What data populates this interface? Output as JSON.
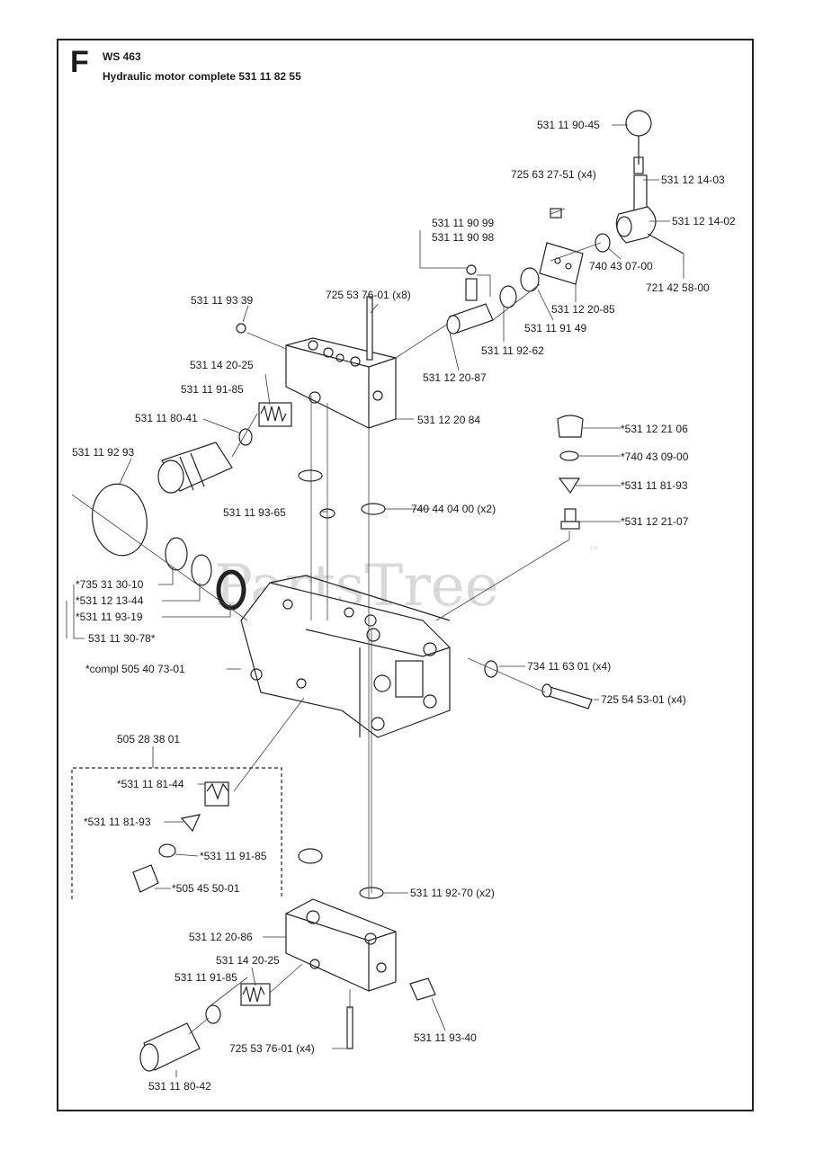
{
  "header": {
    "section_letter": "F",
    "model": "WS 463",
    "title": "Hydraulic motor complete 531 11 82 55"
  },
  "watermark": {
    "text": "PartsTree",
    "trademark": "™"
  },
  "parts": [
    {
      "part_no": "531 11 90-45",
      "qty": ""
    },
    {
      "part_no": "725 63 27-51",
      "qty": "(x4)"
    },
    {
      "part_no": "531 12 14-03",
      "qty": ""
    },
    {
      "part_no": "531 12 14-02",
      "qty": ""
    },
    {
      "part_no": "531 11 90 99",
      "qty": ""
    },
    {
      "part_no": "531 11 90 98",
      "qty": ""
    },
    {
      "part_no": "740 43 07-00",
      "qty": ""
    },
    {
      "part_no": "721 42 58-00",
      "qty": ""
    },
    {
      "part_no": "531 11 93 39",
      "qty": ""
    },
    {
      "part_no": "725 53 76-01",
      "qty": "(x8)"
    },
    {
      "part_no": "531 12 20-85",
      "qty": ""
    },
    {
      "part_no": "531 11 91 49",
      "qty": ""
    },
    {
      "part_no": "531 11 92-62",
      "qty": ""
    },
    {
      "part_no": "531 14 20-25",
      "qty": ""
    },
    {
      "part_no": "531 12 20-87",
      "qty": ""
    },
    {
      "part_no": "531 11 91-85",
      "qty": ""
    },
    {
      "part_no": "531 11 80-41",
      "qty": ""
    },
    {
      "part_no": "531 12 20 84",
      "qty": ""
    },
    {
      "part_no": "*531 12 21 06",
      "qty": ""
    },
    {
      "part_no": "531 11 92 93",
      "qty": ""
    },
    {
      "part_no": "*740 43 09-00",
      "qty": ""
    },
    {
      "part_no": "*531 11 81-93",
      "qty": ""
    },
    {
      "part_no": "531 11 93-65",
      "qty": ""
    },
    {
      "part_no": "740 44 04 00",
      "qty": "(x2)"
    },
    {
      "part_no": "*531 12 21-07",
      "qty": ""
    },
    {
      "part_no": "*735 31 30-10",
      "qty": ""
    },
    {
      "part_no": "*531 12 13-44",
      "qty": ""
    },
    {
      "part_no": "*531 11 93-19",
      "qty": ""
    },
    {
      "part_no": "531 11 30-78*",
      "qty": ""
    },
    {
      "part_no": "*compl 505 40 73-01",
      "qty": ""
    },
    {
      "part_no": "734 11 63 01",
      "qty": "(x4)"
    },
    {
      "part_no": "725 54 53-01",
      "qty": "(x4)"
    },
    {
      "part_no": "505 28 38 01",
      "qty": ""
    },
    {
      "part_no": "*531 11 81-44",
      "qty": ""
    },
    {
      "part_no": "*531 11 81-93",
      "qty": ""
    },
    {
      "part_no": "*531 11 91-85",
      "qty": ""
    },
    {
      "part_no": "*505 45 50-01",
      "qty": ""
    },
    {
      "part_no": "531 11 92-70",
      "qty": "(x2)"
    },
    {
      "part_no": "531 12 20-86",
      "qty": ""
    },
    {
      "part_no": "531 14 20-25",
      "qty": ""
    },
    {
      "part_no": "531 11 91-85",
      "qty": ""
    },
    {
      "part_no": "725 53 76-01",
      "qty": "(x4)"
    },
    {
      "part_no": "531 11 93-40",
      "qty": ""
    },
    {
      "part_no": "531 11 80-42",
      "qty": ""
    }
  ]
}
